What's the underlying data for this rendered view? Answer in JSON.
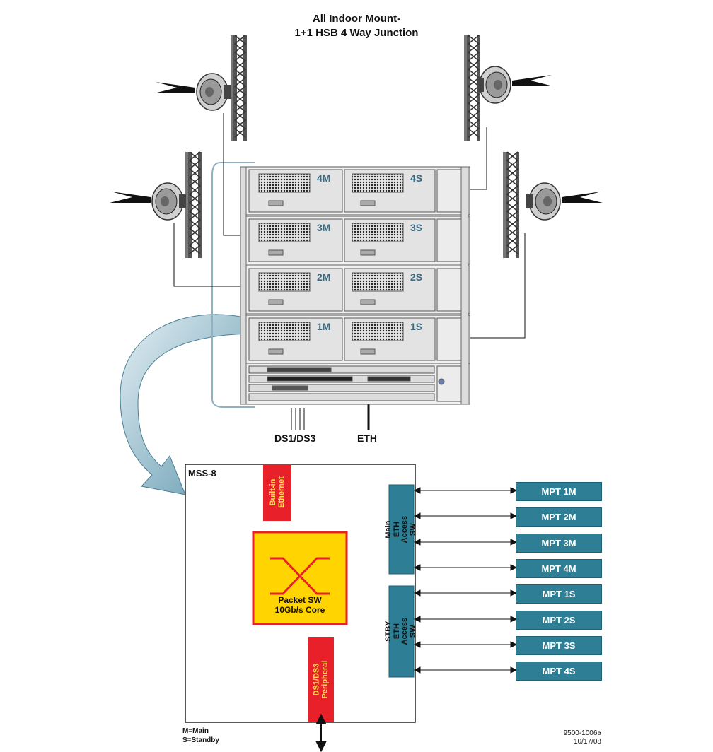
{
  "title": {
    "line1": "All Indoor Mount-",
    "line2": "1+1 HSB 4 Way Junction"
  },
  "rack": {
    "radio_labels": [
      {
        "main": "4M",
        "standby": "4S"
      },
      {
        "main": "3M",
        "standby": "3S"
      },
      {
        "main": "2M",
        "standby": "2S"
      },
      {
        "main": "1M",
        "standby": "1S"
      }
    ]
  },
  "interfaces": {
    "tdm": "DS1/DS3",
    "eth": "ETH"
  },
  "mss": {
    "label": "MSS-8",
    "builtin_ethernet": "Built-in\nEthernet",
    "packet_sw_line1": "Packet SW",
    "packet_sw_line2": "10Gb/s Core",
    "peripheral": "DS1/DS3\nPeripheral",
    "main_switch": "Main ETH\nAccess SW",
    "stby_switch": "STBY ETH\nAccess SW"
  },
  "mpt_units": [
    "MPT 1M",
    "MPT 2M",
    "MPT 3M",
    "MPT 4M",
    "MPT 1S",
    "MPT 2S",
    "MPT 3S",
    "MPT 4S"
  ],
  "legend": {
    "main": "M=Main",
    "standby": "S=Standby"
  },
  "doc_ref": {
    "code": "9500-1006a",
    "date": "10/17/08"
  },
  "colors": {
    "teal": "#2e7f95",
    "red": "#e8202a",
    "yellow": "#ffd400",
    "rack_grey": "#c8c8c8",
    "arrow_blue": "#9cc0cf"
  },
  "icons": [
    "dish-antenna-icon",
    "lattice-tower-icon",
    "curved-arrow-icon"
  ]
}
